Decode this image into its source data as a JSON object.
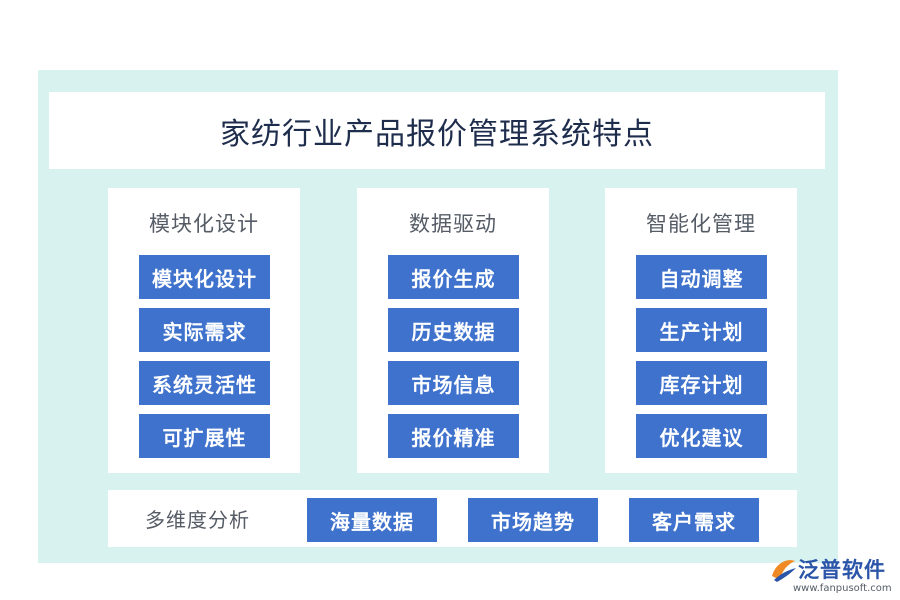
{
  "title": "家纺行业产品报价管理系统特点",
  "columns": [
    {
      "title": "模块化设计",
      "items": [
        "模块化设计",
        "实际需求",
        "系统灵活性",
        "可扩展性"
      ]
    },
    {
      "title": "数据驱动",
      "items": [
        "报价生成",
        "历史数据",
        "市场信息",
        "报价精准"
      ]
    },
    {
      "title": "智能化管理",
      "items": [
        "自动调整",
        "生产计划",
        "库存计划",
        "优化建议"
      ]
    }
  ],
  "bottom": {
    "label": "多维度分析",
    "items": [
      "海量数据",
      "市场趋势",
      "客户需求"
    ]
  },
  "brand": {
    "name": "泛普软件",
    "url": "www.fanpusoft.com"
  },
  "colors": {
    "frame": "#d7f2ef",
    "box": "#3f72cc",
    "title_text": "#1f2d4d",
    "brand": "#2b55a8"
  }
}
